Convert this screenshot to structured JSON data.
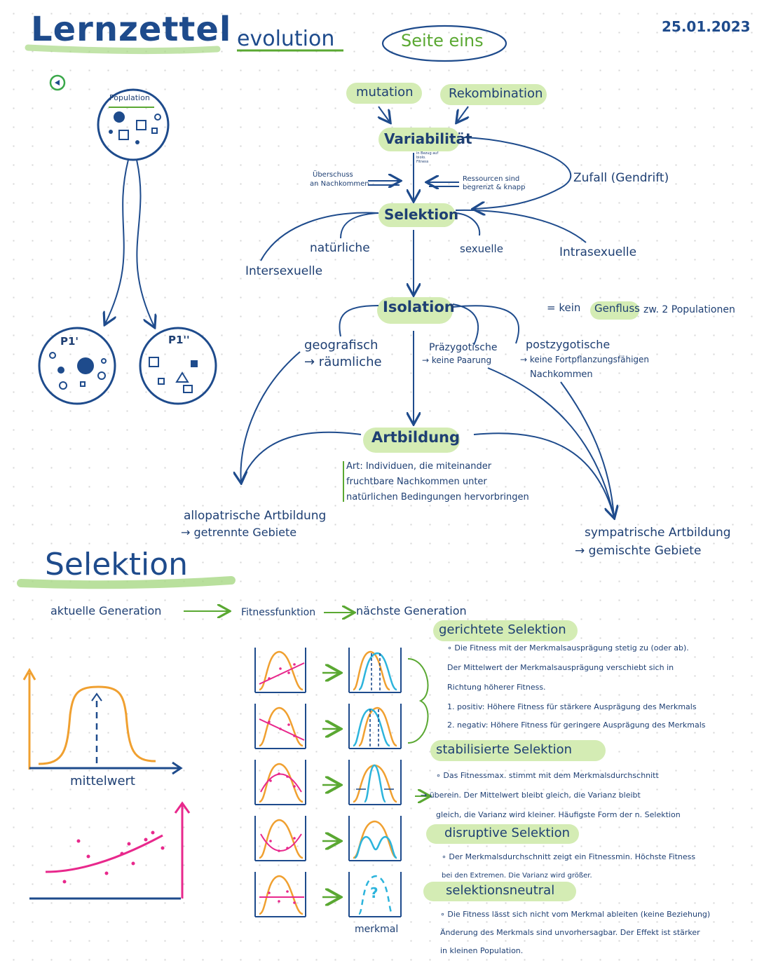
{
  "header": {
    "title": "Lernzettel",
    "subtitle": "evolution",
    "page_badge": "Seite eins",
    "date": "25.01.2023"
  },
  "population": {
    "label": "Population",
    "p1": "P1'",
    "p2": "P1''"
  },
  "mindmap": {
    "mutation": "mutation",
    "rekombination": "Rekombination",
    "variabilitaet": "Variabilität",
    "variabilitaet_note": "in Bezug auf biolo. Fitness",
    "ueberschuss_1": "Überschuss",
    "ueberschuss_2": "an Nachkommen",
    "ressourcen_1": "Ressourcen sind",
    "ressourcen_2": "begrenzt & knapp",
    "zufall": "Zufall (Gendrift)",
    "selektion": "Selektion",
    "natuerliche": "natürliche",
    "sexuelle": "sexuelle",
    "intrasexuelle": "Intrasexuelle",
    "intersexuelle": "Intersexuelle",
    "isolation": "Isolation",
    "kein": "= kein",
    "genfluss": "Genfluss",
    "zw_populationen": "zw. 2 Populationen",
    "geografisch_1": "geografisch",
    "geografisch_2": "→ räumliche",
    "praezygotisch_1": "Präzygotische",
    "praezygotisch_2": "→ keine Paarung",
    "postzygotisch_1": "postzygotische",
    "postzygotisch_2": "→ keine Fortpflanzungsfähigen",
    "postzygotisch_3": "Nachkommen",
    "artbildung": "Artbildung",
    "art_def_1": "Art: Individuen, die miteinander",
    "art_def_2": "fruchtbare Nachkommen unter",
    "art_def_3": "natürlichen Bedingungen hervorbringen",
    "allopatrisch_1": "allopatrische Artbildung",
    "allopatrisch_2": "→ getrennte Gebiete",
    "sympatrisch_1": "sympatrische Artbildung",
    "sympatrisch_2": "→ gemischte Gebiete"
  },
  "selektion_section": {
    "heading": "Selektion",
    "flow_1": "aktuelle Generation",
    "flow_2": "Fitnessfunktion",
    "flow_3": "nächste Generation",
    "mittelwert": "mittelwert",
    "merkmal": "merkmal",
    "question_mark": "?"
  },
  "types": {
    "gerichtete_title": "gerichtete Selektion",
    "gerichtete_1": "∘ Die Fitness mit der Merkmalsausprägung stetig zu (oder ab).",
    "gerichtete_2": "Der Mittelwert der Merkmalsausprägung verschiebt sich in",
    "gerichtete_3": "Richtung höherer Fitness.",
    "gerichtete_4": "1. positiv: Höhere Fitness für stärkere Ausprägung des Merkmals",
    "gerichtete_5": "2. negativ: Höhere Fitness für geringere Ausprägung des Merkmals",
    "stabil_title": "stabilisierte Selektion",
    "stabil_1": "∘ Das Fitnessmax. stimmt mit dem Merkmalsdurchschnitt",
    "stabil_2": "→ überein. Der Mittelwert bleibt gleich, die Varianz bleibt",
    "stabil_3": "gleich, die Varianz wird kleiner. Häufigste Form der n. Selektion",
    "disruptiv_title": "disruptive Selektion",
    "disruptiv_1": "∘ Der Merkmalsdurchschnitt zeigt ein Fitnessmin. Höchste Fitness",
    "disruptiv_2": "bei den Extremen. Die Varianz wird größer.",
    "neutral_title": "selektionsneutral",
    "neutral_1": "∘ Die Fitness lässt sich nicht vom Merkmal ableiten (keine Beziehung)",
    "neutral_2": "Änderung des Merkmals sind unvorhersagbar. Der Effekt ist stärker",
    "neutral_3": "in kleinen Population."
  },
  "colors": {
    "navy": "#1e4b8c",
    "green": "#5aa832",
    "highlight": "#d4ecb4",
    "orange": "#f0a030",
    "pink": "#e8288c",
    "cyan": "#2cb4dc"
  }
}
